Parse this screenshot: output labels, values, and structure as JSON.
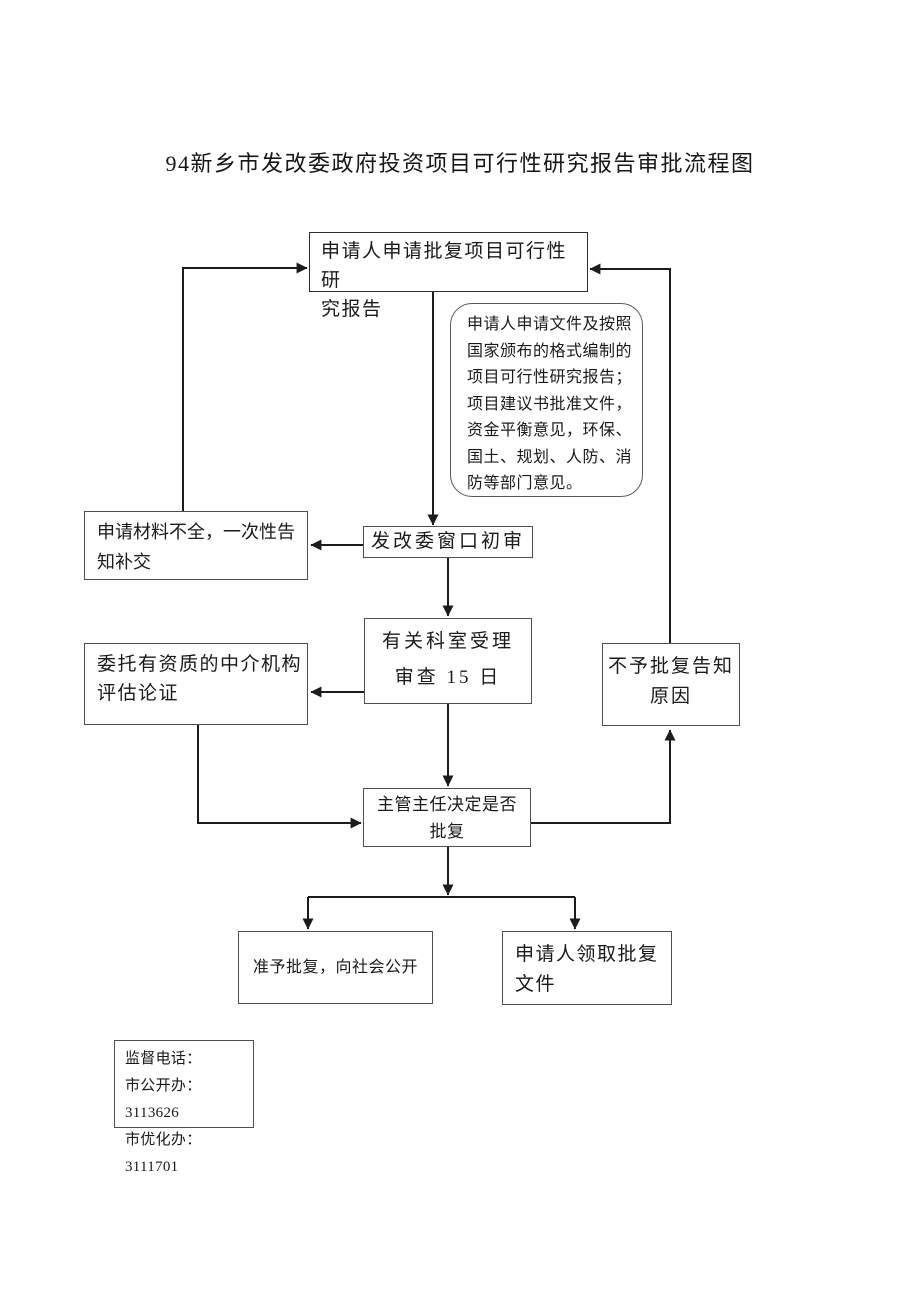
{
  "title": "94新乡市发改委政府投资项目可行性研究报告审批流程图",
  "colors": {
    "background": "#ffffff",
    "box_border": "#4f4f4f",
    "connector_line": "#1c1c1c",
    "text": "#1a1a1a"
  },
  "nodes": {
    "apply": {
      "text": "申请人申请批复项目可行性研\n究报告"
    },
    "note": {
      "text": "申请人申请文件及按照\n国家颁布的格式编制的\n项目可行性研究报告；\n项目建议书批准文件，\n资金平衡意见，环保、\n国土、规划、人防、消\n防等部门意见。"
    },
    "incomplete": {
      "text": "申请材料不全，一次性告\n知补交"
    },
    "window_review": {
      "text": "发改委窗口初审"
    },
    "dept_accept": {
      "text": "有关科室受理\n审查 15 日"
    },
    "entrust": {
      "text": "委托有资质的中介机构\n评估论证"
    },
    "no_approval": {
      "text": "不予批复告知\n原因"
    },
    "director_decide": {
      "text": "主管主任决定是否\n批复"
    },
    "approve_public": {
      "text": "准予批复，向社会公开"
    },
    "receive_docs": {
      "text": "申请人领取批复\n文件"
    },
    "supervision": {
      "text": "监督电话：\n市公开办：3113626\n市优化办：3111701"
    }
  }
}
